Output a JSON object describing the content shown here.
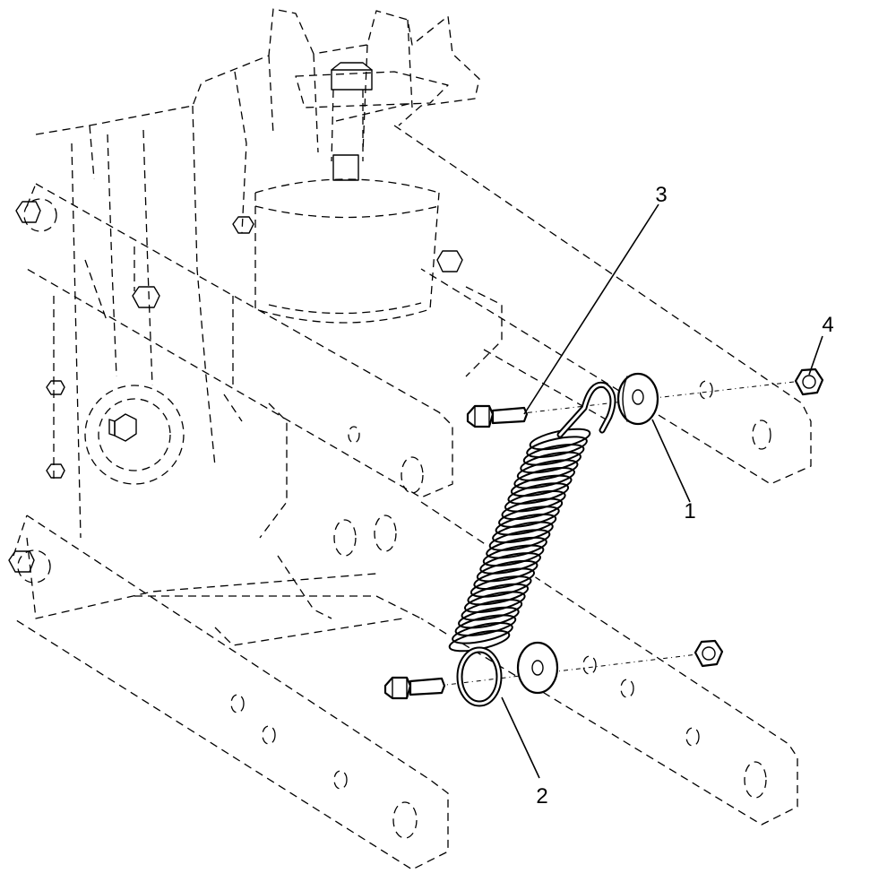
{
  "callouts": [
    {
      "id": "1",
      "label": "1",
      "part": "washer"
    },
    {
      "id": "2",
      "label": "2",
      "part": "spring"
    },
    {
      "id": "3",
      "label": "3",
      "part": "bolt"
    },
    {
      "id": "4",
      "label": "4",
      "part": "nut"
    }
  ]
}
